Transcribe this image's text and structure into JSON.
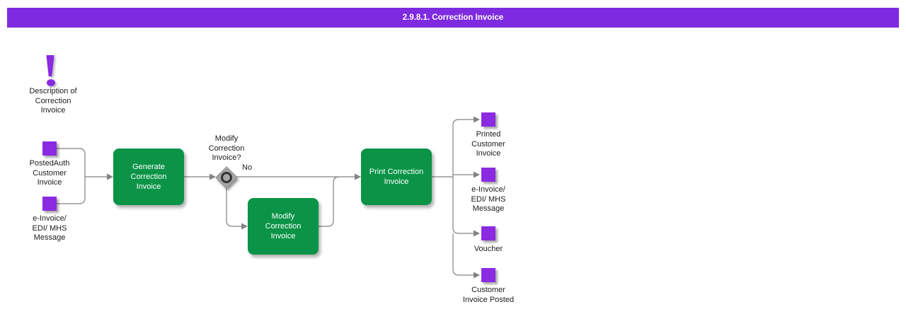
{
  "title_bar": {
    "title": "2.9.8.1. Correction Invoice"
  },
  "colors": {
    "header_purple": "#7E2AE0",
    "icon_purple": "#8A2BE2",
    "activity_green": "#0B9447",
    "connector_gray": "#828282"
  },
  "note": {
    "label": "Description of\nCorrection\nInvoice"
  },
  "inputs": [
    {
      "label": "PostedAuth\nCustomer\nInvoice"
    },
    {
      "label": "e-Invoice/\nEDI/ MHS\nMessage"
    }
  ],
  "activities": [
    {
      "label": "Generate\nCorrection\nInvoice"
    },
    {
      "label": "Modify\nCorrection\nInvoice"
    },
    {
      "label": "Print Correction\nInvoice"
    }
  ],
  "decision": {
    "question": "Modify\nCorrection\nInvoice?",
    "branch_no": "No"
  },
  "outputs": [
    {
      "label": "Printed\nCustomer\nInvoice"
    },
    {
      "label": "e-Invoice/\nEDI/ MHS\nMessage"
    },
    {
      "label": "Voucher"
    },
    {
      "label": "Customer\nInvoice Posted"
    }
  ]
}
